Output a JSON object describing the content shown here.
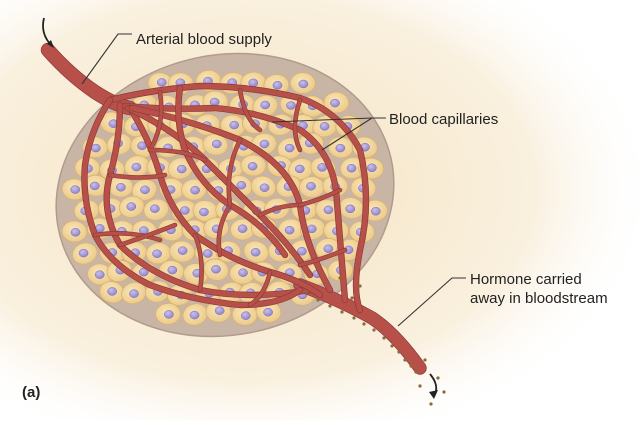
{
  "labels": {
    "arterial": "Arterial blood supply",
    "capillaries": "Blood capillaries",
    "hormone_line1": "Hormone carried",
    "hormone_line2": "away in bloodstream",
    "panel": "(a)"
  },
  "colors": {
    "background_glow": "#f6e7c8",
    "gland_stroma": "#c8b3a3",
    "cell_fill": "#f0d49a",
    "cell_edge": "#d8b270",
    "nucleus": "#a79bd6",
    "vessel": "#b8504a",
    "vessel_dark": "#8e3a36",
    "leader_line": "#333333",
    "hormone_dot": "#8a6a3a"
  }
}
